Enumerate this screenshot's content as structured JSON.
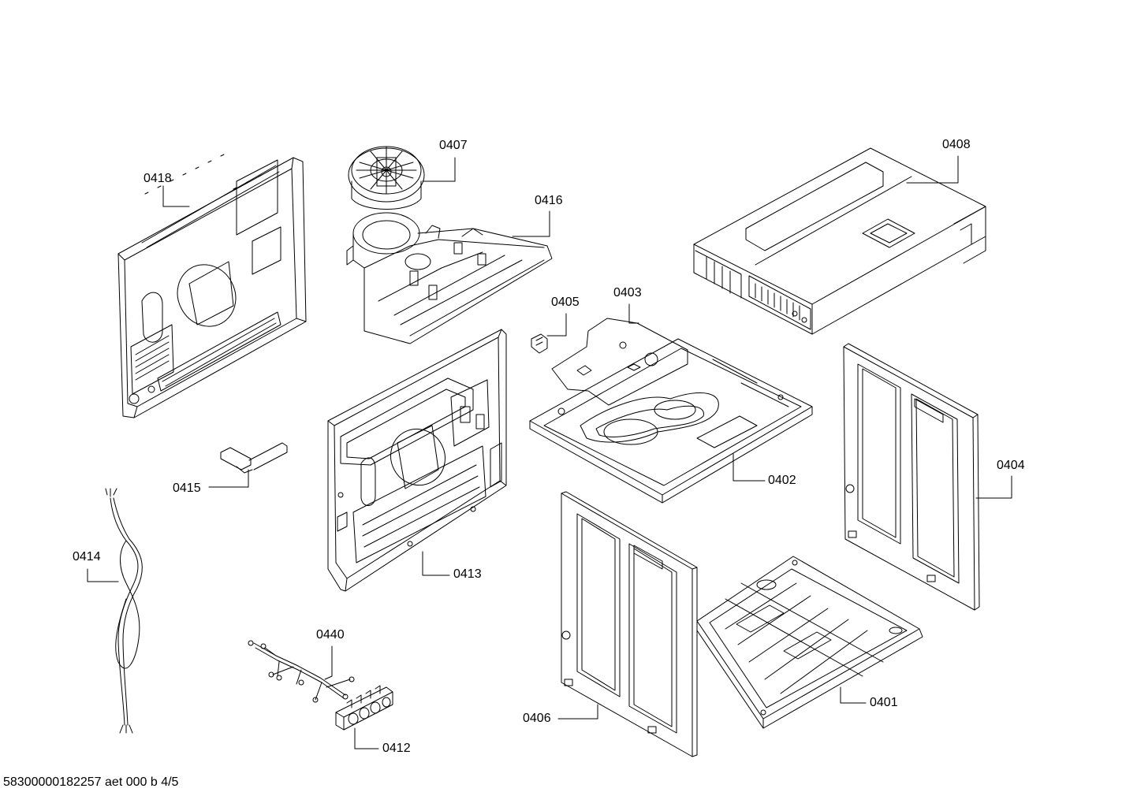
{
  "labels": {
    "p0401": "0401",
    "p0402": "0402",
    "p0403": "0403",
    "p0404": "0404",
    "p0405": "0405",
    "p0406": "0406",
    "p0407": "0407",
    "p0408": "0408",
    "p0412": "0412",
    "p0413": "0413",
    "p0414": "0414",
    "p0415": "0415",
    "p0416": "0416",
    "p0418": "0418",
    "p0440": "0440"
  },
  "footer": {
    "document_id": "58300000182257 aet 000 b 4/5"
  }
}
